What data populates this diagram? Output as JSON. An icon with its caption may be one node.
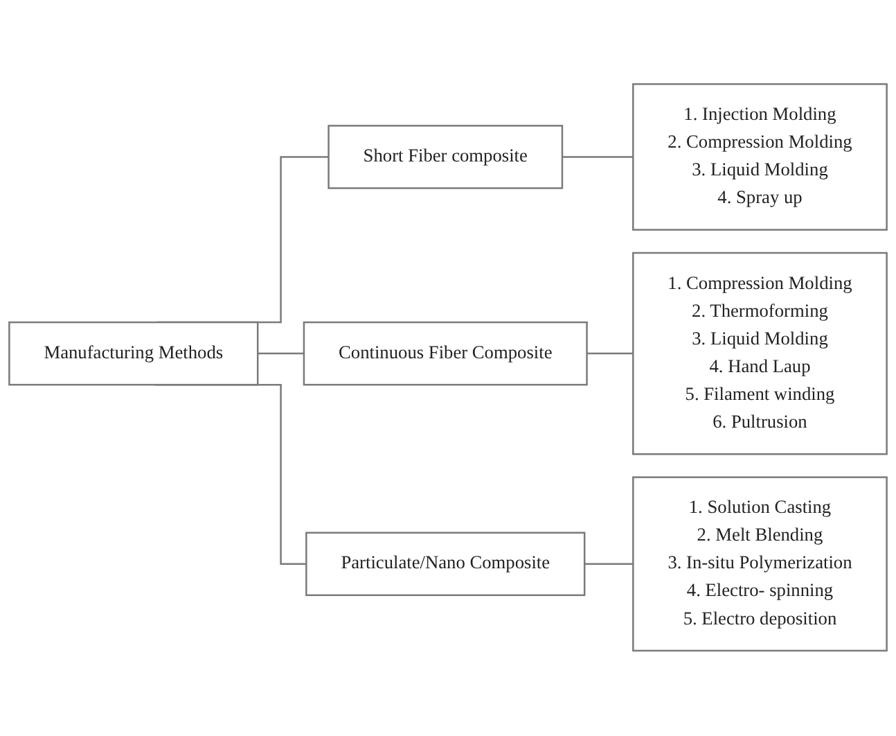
{
  "diagram": {
    "nodes": [
      {
        "text": [
          "Manufacturing Methods"
        ]
      },
      {
        "text": [
          "Short Fiber composite"
        ]
      },
      {
        "text": [
          "Continuous Fiber Composite"
        ]
      },
      {
        "text": [
          "Particulate/Nano Composite"
        ]
      },
      {
        "text": [
          "1. Injection Molding",
          "2. Compression Molding",
          "3. Liquid Molding",
          "4. Spray up"
        ]
      },
      {
        "text": [
          "1. Compression Molding",
          "2. Thermoforming",
          "3. Liquid Molding",
          "4. Hand Laup",
          "5. Filament winding",
          "6. Pultrusion"
        ]
      },
      {
        "text": [
          "1. Solution Casting",
          "2. Melt Blending",
          "3. In-situ Polymerization",
          "4. Electro- spinning",
          "5. Electro deposition"
        ]
      }
    ],
    "edges": [
      {
        "from": 0,
        "to": 1,
        "arrow": "none"
      },
      {
        "from": 0,
        "to": 2,
        "arrow": "none"
      },
      {
        "from": 0,
        "to": 3,
        "arrow": "none"
      },
      {
        "from": 1,
        "to": 4,
        "arrow": "none"
      },
      {
        "from": 2,
        "to": 5,
        "arrow": "none"
      },
      {
        "from": 3,
        "to": 6,
        "arrow": "none"
      }
    ]
  }
}
